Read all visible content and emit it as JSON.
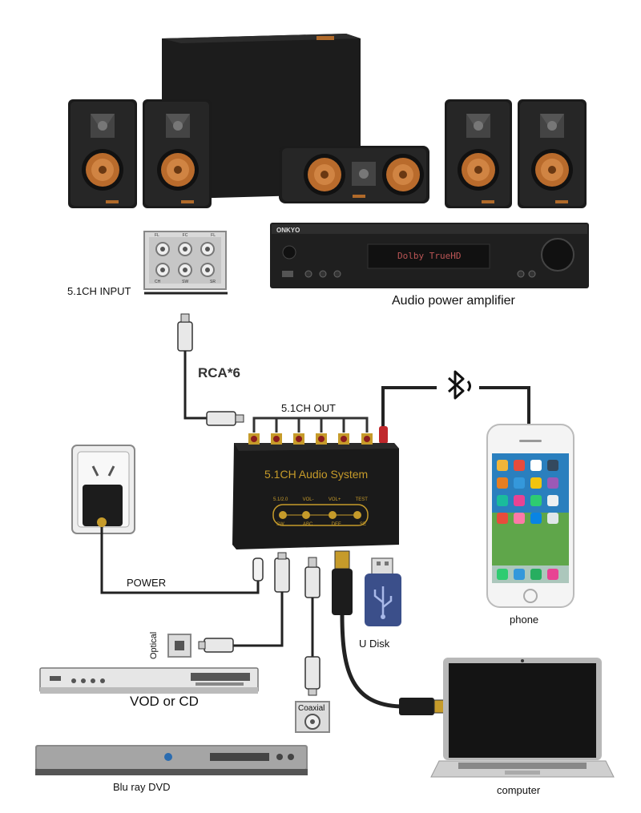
{
  "labels": {
    "input_51ch": "5.1CH INPUT",
    "amplifier": "Audio power amplifier",
    "rca": "RCA*6",
    "out_51ch": "5.1CH OUT",
    "power": "POWER",
    "phone": "phone",
    "udisk": "U Disk",
    "optical": "Optical",
    "vod_cd": "VOD or CD",
    "coaxial": "Coaxial",
    "bluray": "Blu ray DVD",
    "computer": "computer"
  },
  "receiver": {
    "brand": "ONKYO",
    "display": "Dolby TrueHD"
  },
  "audio_box": {
    "title": "5.1CH Audio System",
    "buttons_top": [
      "5.1/2.0",
      "VOL-",
      "VOL+",
      "TEST"
    ],
    "buttons_bottom": [
      "SW",
      "ABC",
      "DEF",
      "SE"
    ]
  },
  "input_panel": {
    "top_labels": [
      "FL",
      "FC",
      "FL"
    ],
    "bottom_labels": [
      "CH",
      "SW",
      "SR"
    ]
  },
  "icons": [
    "bluetooth-icon",
    "usb-icon",
    "apple-icon"
  ]
}
